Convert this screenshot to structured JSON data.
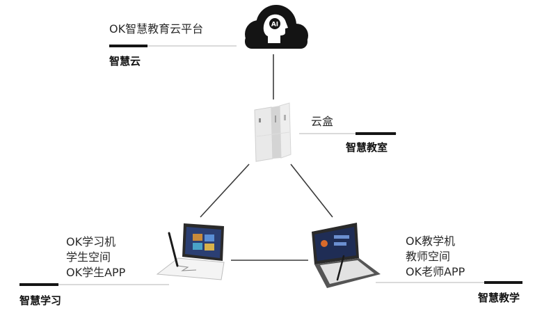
{
  "cloud": {
    "platform_label": "OK智慧教育云平台",
    "section_title": "智慧云",
    "badge": "AI"
  },
  "classroom": {
    "device_label": "云盒",
    "section_title": "智慧教室"
  },
  "student": {
    "lines": [
      "OK学习机",
      "学生空间",
      "OK学生APP"
    ],
    "section_title": "智慧学习"
  },
  "teacher": {
    "lines": [
      "OK教学机",
      "教师空间",
      "OK老师APP"
    ],
    "section_title": "智慧教学"
  },
  "colors": {
    "line": "#3a3a3a",
    "thin_line": "#b5b5b5",
    "cloud": "#141414",
    "device_body": "#e9e9e9",
    "screen": "#2b3f73"
  }
}
